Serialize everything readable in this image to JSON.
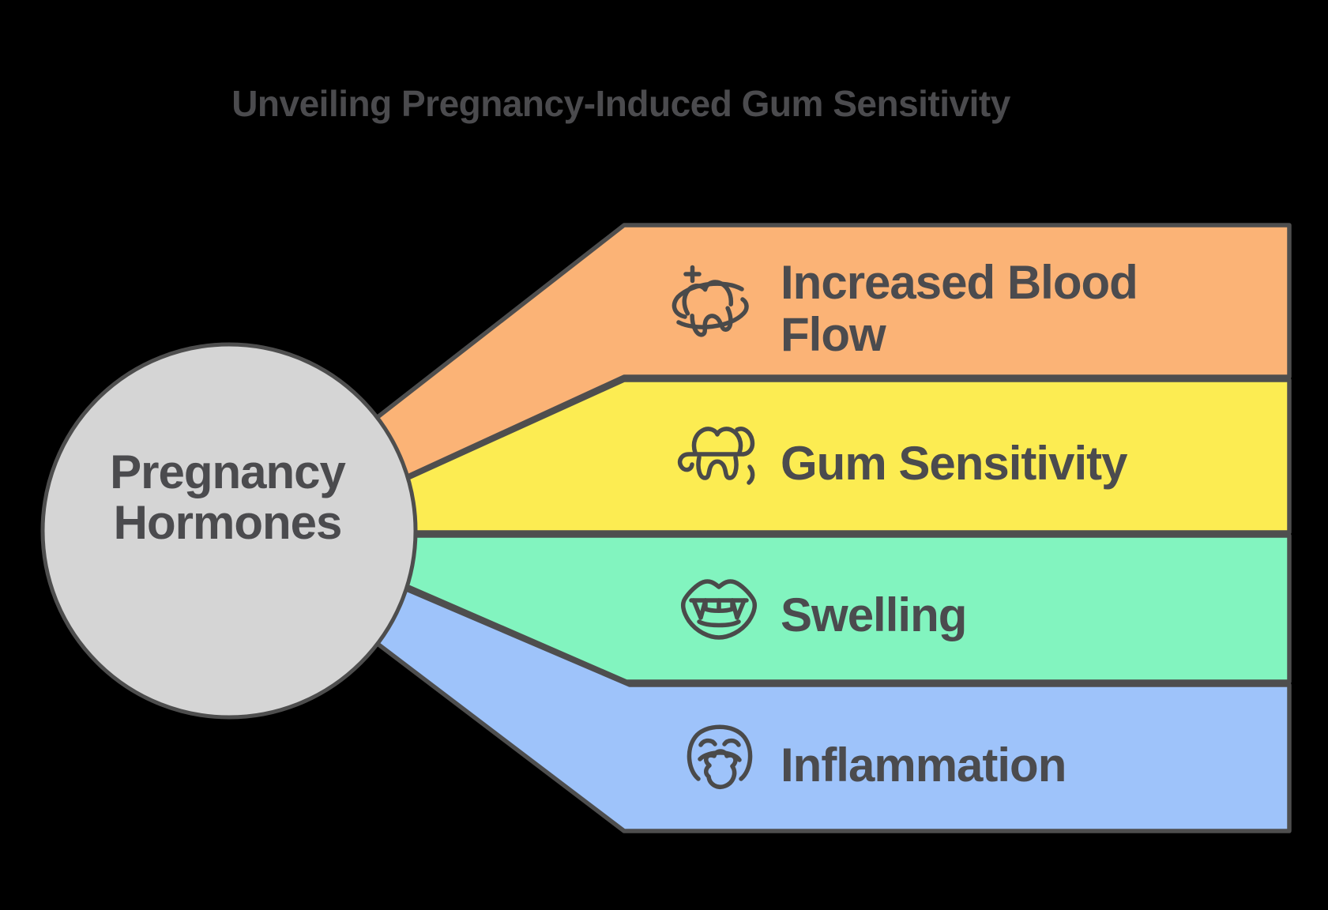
{
  "title": {
    "text": "Unveiling Pregnancy-Induced Gum Sensitivity",
    "color": "#4B4B4E"
  },
  "hub": {
    "label_line1": "Pregnancy",
    "label_line2": "Hormones",
    "fill": "#D5D5D5",
    "border_color": "#4E4E4E"
  },
  "bands": [
    {
      "name": "increased-blood-flow",
      "label_line1": "Increased Blood",
      "label_line2": "Flow",
      "color": "#FBB376",
      "icon": "tooth-sparkle-icon"
    },
    {
      "name": "gum-sensitivity",
      "label": "Gum Sensitivity",
      "color": "#FCEC52",
      "icon": "tooth-gum-swoosh-icon"
    },
    {
      "name": "swelling",
      "label": "Swelling",
      "color": "#82F4BF",
      "icon": "fanged-mouth-icon"
    },
    {
      "name": "inflammation",
      "label": "Inflammation",
      "color": "#9EC3FA",
      "icon": "swollen-face-icon"
    }
  ],
  "style": {
    "background": "#000000",
    "outline_color": "#4E4E4E",
    "text_color": "#4B4B4E"
  }
}
